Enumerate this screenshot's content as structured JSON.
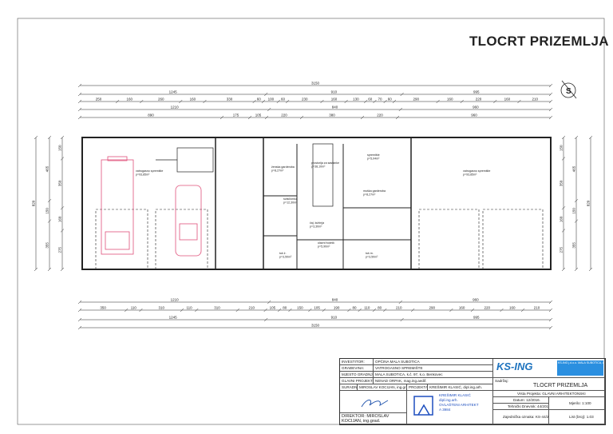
{
  "title": "TLOCRT PRIZEMLJA",
  "dimensions": {
    "top": [
      [
        "3150"
      ],
      [
        "1245",
        "910",
        "995"
      ],
      [
        "250",
        "160",
        "260",
        "160",
        "330",
        "60",
        "100",
        "60",
        "230",
        "160",
        "130",
        "60",
        "70",
        "60",
        "290",
        "160",
        "220",
        "160",
        "210"
      ],
      [
        "1210",
        "840",
        "960"
      ],
      [
        "890",
        "175",
        "105",
        "220",
        "380",
        "220",
        "960"
      ]
    ],
    "bottom": [
      [
        "1210",
        "840",
        "960"
      ],
      [
        "350",
        "110",
        "310",
        "110",
        "310",
        "210",
        "105",
        "80",
        "150",
        "105",
        "190",
        "80",
        "110",
        "80",
        "210",
        "290",
        "160",
        "220",
        "160",
        "210"
      ],
      [
        "1245",
        "910",
        "995"
      ],
      [
        "3150"
      ]
    ],
    "left": [
      [
        "820"
      ],
      [
        "465",
        "150",
        "355"
      ],
      [
        "150",
        "350",
        "160",
        "275"
      ]
    ],
    "right": [
      [
        "820"
      ],
      [
        "465",
        "150",
        "355"
      ],
      [
        "150",
        "350",
        "160",
        "275"
      ]
    ]
  },
  "rooms": [
    {
      "name": "vatrogasno spremište",
      "area": "p=93,85m²"
    },
    {
      "name": "vatrogasno spremište",
      "area": "p=93,85m²"
    },
    {
      "name": "prostorija za sastanke",
      "area": "p=38,10m²"
    },
    {
      "name": "svlačionica",
      "area": "p=12,30m²"
    },
    {
      "name": "ženska garderoba",
      "area": "p=8,27m²"
    },
    {
      "name": "muška garderoba",
      "area": "p=8,27m²"
    },
    {
      "name": "spremište",
      "area": "p=5,04m²"
    },
    {
      "name": "čaj. kuhinja",
      "area": "p=3,30m²"
    },
    {
      "name": "tuš ž.",
      "area": "p=3,50m²"
    },
    {
      "name": "tuš m.",
      "area": "p=3,50m²"
    },
    {
      "name": "ulazni hodnik",
      "area": "p=5,90m²"
    }
  ],
  "title_block": {
    "investitor_label": "INVESTITOR:",
    "investitor": "OPĆINA MALA SUBOTICA",
    "gradevina_label": "GRAĐEVINA:",
    "gradevina": "VATROGASNO SPREMIŠTE",
    "mjesto_label": "MJESTO GRADNJE:",
    "mjesto": "MALA SUBOTICA, k.č. 97, k.o. Benkovec",
    "glavni_label": "GLAVNI PROJEKTANT:",
    "glavni": "NENAD ORPAK, mag.ing.aedif.",
    "suradnik_label": "SURADNIK:",
    "suradnik": "MIROSLAV KOCIJAN, ing.grad.",
    "projektant_label": "PROJEKTANT:",
    "projektant": "KREŠIMIR KLASIĆ, dipl.ing.arh.",
    "direktor_label": "DIREKTOR:",
    "direktor": "MIROSLAV KOCIJAN, ing.grad.",
    "stamp": [
      "KREŠIMIR KLASIĆ",
      "dipl.ing.arh.",
      "OVLAŠTENI ARHITEKT",
      "A 3984"
    ],
    "company_logo": "KS-ING",
    "company_info": "KS-ING j.d.o.o. MALA SUBOTICA, ADRESA: ĐURĐICE 36, 40321 MALA SUBOTICA, OIB: 38 PROJEKTIRANJE, NADZOR, ISTRAŽNI RADOVI, mobitel 098 000, e-mail: ksing@gmail.com",
    "sadrzaj_label": "Sadržaj:",
    "sadrzaj": "TLOCRT PRIZEMLJA",
    "vrsta": "Vrsta Projekta: GLAVNI ARHITEKTONSKI",
    "datum": "Datum: 12/2016.",
    "mjerilo": "Mjerilo: 1:100",
    "tehnicki": "Tehnički Dnevnik: 44/2016.",
    "zajednicka": "Zajednička oznaka: KS-44/2016.",
    "list": "List (broj): 1.03"
  }
}
